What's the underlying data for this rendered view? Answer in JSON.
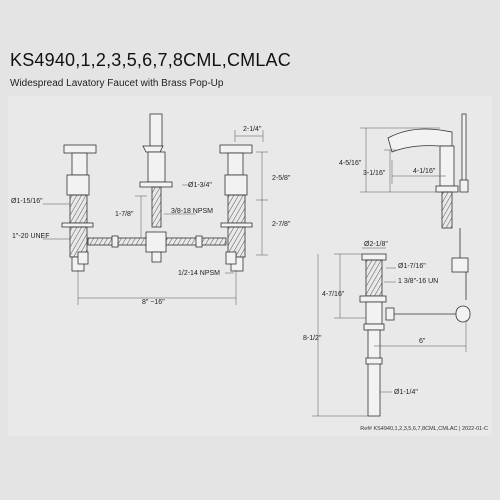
{
  "header": {
    "title": "KS4940,1,2,3,5,6,7,8CML,CMLAC",
    "subtitle": "Widespread Lavatory Faucet with Brass Pop-Up"
  },
  "front_view": {
    "dims": {
      "handle_height": "2-1/4\"",
      "handle_dia": "Ø1-15/16\"",
      "deck_hole": "Ø1-3/4\"",
      "handle_rise": "2-5/8\"",
      "spout_shank": "1-7/8\"",
      "spout_thread": "3/8-18 NPSM",
      "shank_length": "2-7/8\"",
      "valve_thread": "1\"-20 UNEF",
      "supply_thread": "1/2-14 NPSM",
      "spread": "8\" ~16\""
    }
  },
  "side_view": {
    "dims": {
      "overall_height": "4-5/16\"",
      "spout_height": "3-1/16\"",
      "spout_reach": "4-1/16\""
    }
  },
  "popup_view": {
    "dims": {
      "flange_dia": "Ø2-1/8\"",
      "body_dia": "Ø1-7/16\"",
      "body_thread": "1 3/8\"-16 UN",
      "upper_length": "4-7/16\"",
      "rod_length": "6\"",
      "overall_length": "8-1/2\"",
      "tail_dia": "Ø1-1/4\""
    }
  },
  "footer": {
    "reference": "Ref# KS4940,1,2,3,5,6,7,8CML,CMLAC | 2022-01-C"
  }
}
